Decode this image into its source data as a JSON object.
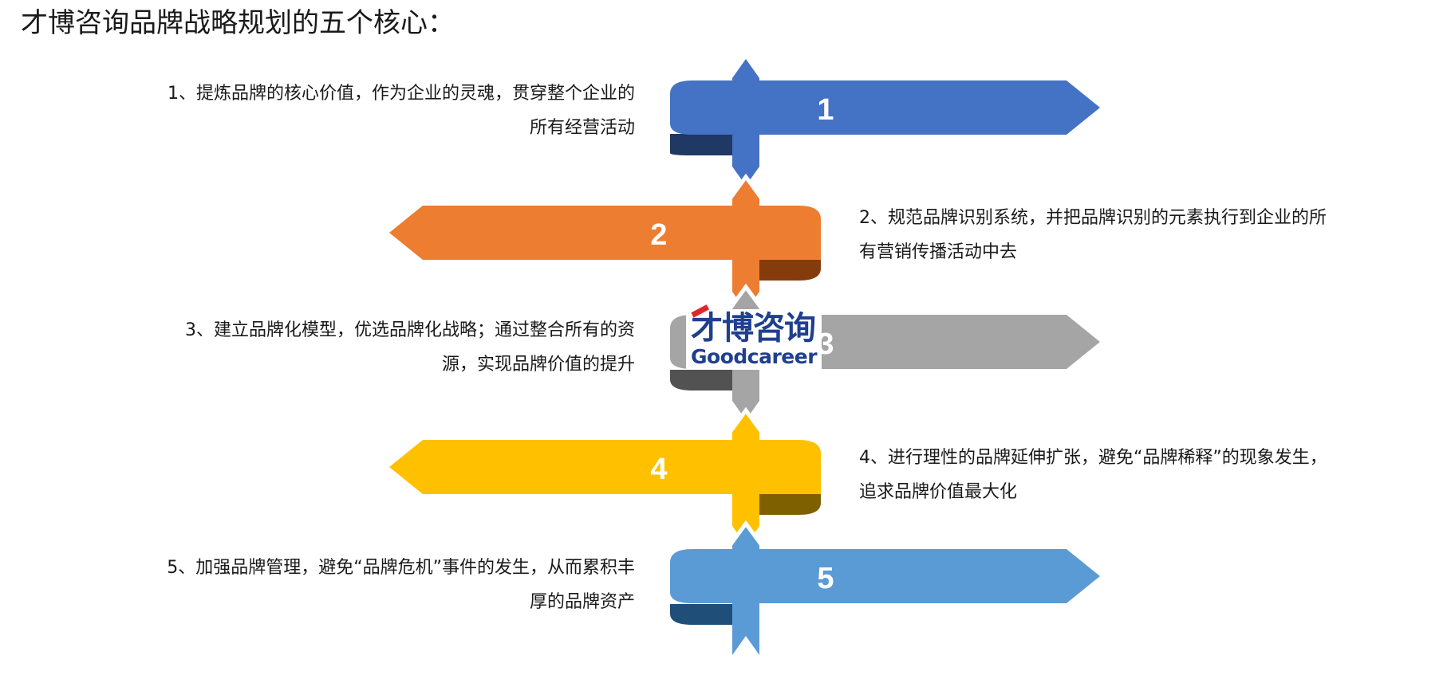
{
  "title": "才博咨询品牌战略规划的五个核心：",
  "logo": {
    "text_cn": "才博咨询",
    "text_en": "Goodcareer",
    "accent_color": "#e0262b",
    "brand_color": "#1f3f8f"
  },
  "steps": [
    {
      "number": "1",
      "text": "1、提炼品牌的核心价值，作为企业的灵魂，贯穿整个企业的所有经营活动",
      "color": "#4472c4",
      "dark": "#1f3864"
    },
    {
      "number": "2",
      "text": "2、规范品牌识别系统，并把品牌识别的元素执行到企业的所有营销传播活动中去",
      "color": "#ed7d31",
      "dark": "#843c0c"
    },
    {
      "number": "3",
      "text": "3、建立品牌化模型，优选品牌化战略；通过整合所有的资源，实现品牌价值的提升",
      "color": "#a5a5a5",
      "dark": "#525252"
    },
    {
      "number": "4",
      "text": "4、进行理性的品牌延伸扩张，避免“品牌稀释”的现象发生，追求品牌价值最大化",
      "color": "#ffc000",
      "dark": "#7f6000"
    },
    {
      "number": "5",
      "text": "5、加强品牌管理，避免“品牌危机”事件的发生，从而累积丰厚的品牌资产",
      "color": "#5b9bd5",
      "dark": "#1f4e79"
    }
  ]
}
